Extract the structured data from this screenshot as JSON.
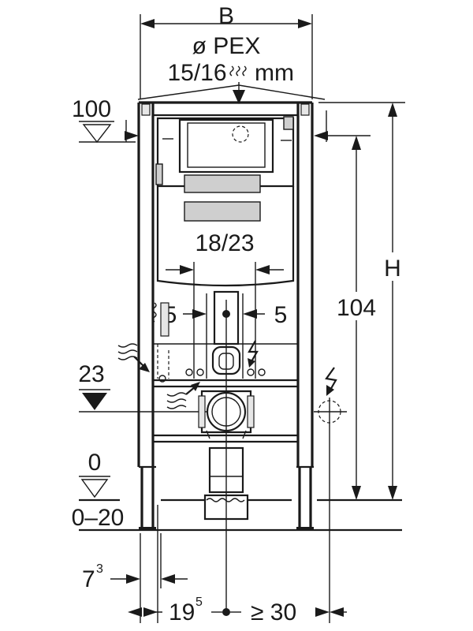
{
  "labels": {
    "width_b": "B",
    "pipe_type": "ø PEX",
    "pipe_size": "15/16",
    "pipe_unit": "mm",
    "top_level": "100",
    "box_width": "18/23",
    "offset_left": "5",
    "offset_right": "5",
    "height_h": "H",
    "dim_104": "104",
    "level_23": "23",
    "level_0": "0",
    "floor_range": "0–20",
    "dim_7_base": "7",
    "dim_7_sup": "3",
    "dim_19_base": "19",
    "dim_19_sup": "5",
    "dim_min_30": "≥ 30"
  }
}
